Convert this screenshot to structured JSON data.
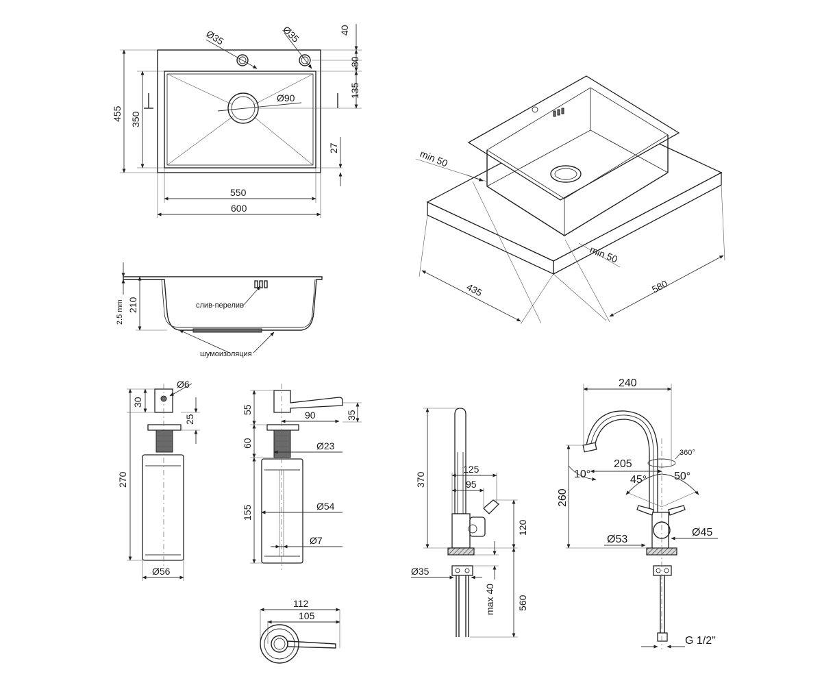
{
  "sink_top": {
    "tap_hole_left": "Ø35",
    "tap_hole_right": "Ø35",
    "drain_hole": "Ø90",
    "height_outer": "455",
    "height_bowl": "350",
    "offset_top": "40",
    "offset_hole": "80",
    "offset_drain": "135",
    "offset_bottom": "27",
    "width_bowl": "550",
    "width_outer": "600"
  },
  "sink_section": {
    "thickness": "2.5 mm",
    "depth": "210",
    "overflow_label": "слив-перелив",
    "insulation_label": "шумоизоляция"
  },
  "sink_iso": {
    "min_left": "min 50",
    "min_right": "min 50",
    "cabinet_depth": "435",
    "cabinet_width": "580"
  },
  "dispenser_front": {
    "nozzle": "Ø6",
    "head_height": "30",
    "flange_height": "25",
    "total_height": "270",
    "bottle_diameter": "Ø56"
  },
  "dispenser_side": {
    "head_height": "55",
    "spout_reach": "90",
    "spout_height": "35",
    "thread_height": "60",
    "thread_diameter": "Ø23",
    "bottle_height": "155",
    "body_diameter": "Ø54",
    "tube_diameter": "Ø7"
  },
  "dispenser_plan": {
    "overall": "112",
    "reach": "105"
  },
  "faucet_side": {
    "height": "370",
    "reach": "125",
    "lever_reach": "95",
    "base_height": "120",
    "hole": "Ø35",
    "max_thickness": "max 40",
    "hose_length": "560"
  },
  "faucet_front": {
    "width": "240",
    "rotation": "360°",
    "spout_reach": "205",
    "angle_10": "10°",
    "angle_45": "45°",
    "angle_50": "50°",
    "height": "260",
    "base_diameter": "Ø53",
    "body_diameter": "Ø45",
    "connection": "G 1/2\""
  }
}
